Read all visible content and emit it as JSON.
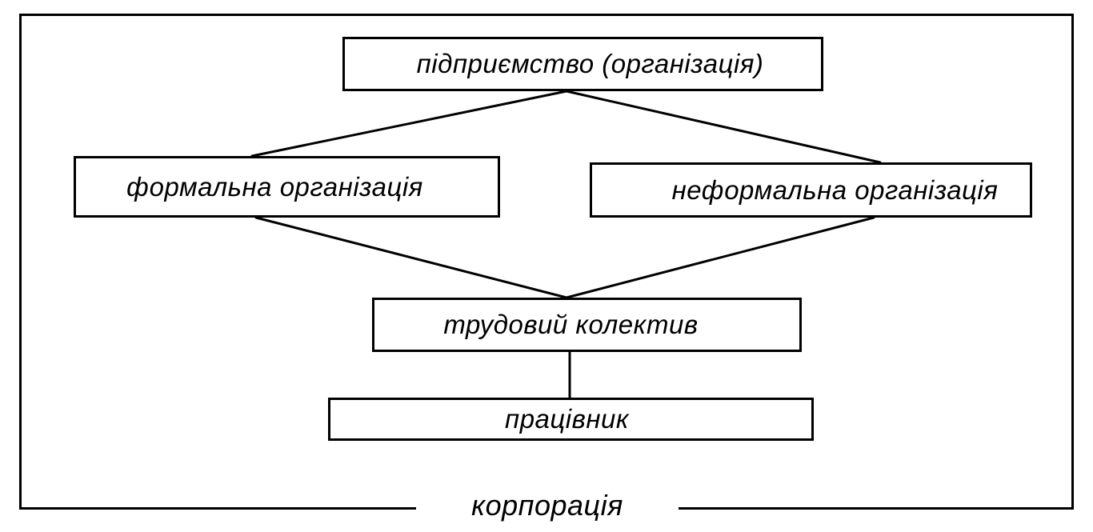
{
  "nodes": {
    "enterprise": "підприємство (організація)",
    "formal": "формальна організація",
    "informal": "неформальна організація",
    "team": "трудовий колектив",
    "worker": "працівник"
  },
  "frame": {
    "label": "корпорація"
  }
}
